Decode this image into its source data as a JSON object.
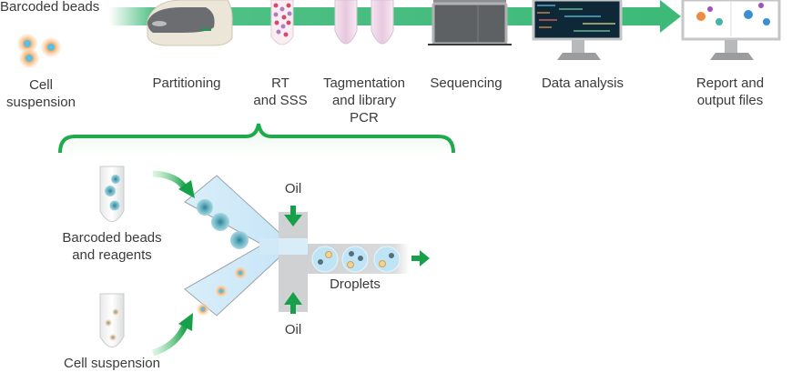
{
  "workflow": {
    "inputs": {
      "beads_label": "Barcoded beads",
      "cells_label_line1": "Cell",
      "cells_label_line2": "suspension"
    },
    "steps": [
      {
        "id": "partitioning",
        "line1": "Partitioning",
        "line2": "",
        "line3": ""
      },
      {
        "id": "rt",
        "line1": "RT",
        "line2": "and SSS",
        "line3": ""
      },
      {
        "id": "tagmentation",
        "line1": "Tagmentation",
        "line2": "and library",
        "line3": "PCR"
      },
      {
        "id": "sequencing",
        "line1": "Sequencing",
        "line2": "",
        "line3": ""
      },
      {
        "id": "analysis",
        "line1": "Data analysis",
        "line2": "",
        "line3": ""
      },
      {
        "id": "report",
        "line1": "Report and",
        "line2": "output files",
        "line3": ""
      }
    ],
    "colors": {
      "arrow_green": "#3dba78",
      "bracket_green": "#1faa4b",
      "channel_blue": "#d6ecf8",
      "oil_gray": "#cfd1d3",
      "bead_teal": "#4a9fb0",
      "cell_orange": "#f6b77a",
      "cell_nucleus": "#5bc0e0"
    }
  },
  "microfluidics": {
    "beads_tube_label_line1": "Barcoded beads",
    "beads_tube_label_line2": "and reagents",
    "cells_tube_label": "Cell suspension",
    "oil_top_label": "Oil",
    "oil_bottom_label": "Oil",
    "droplets_label": "Droplets"
  }
}
